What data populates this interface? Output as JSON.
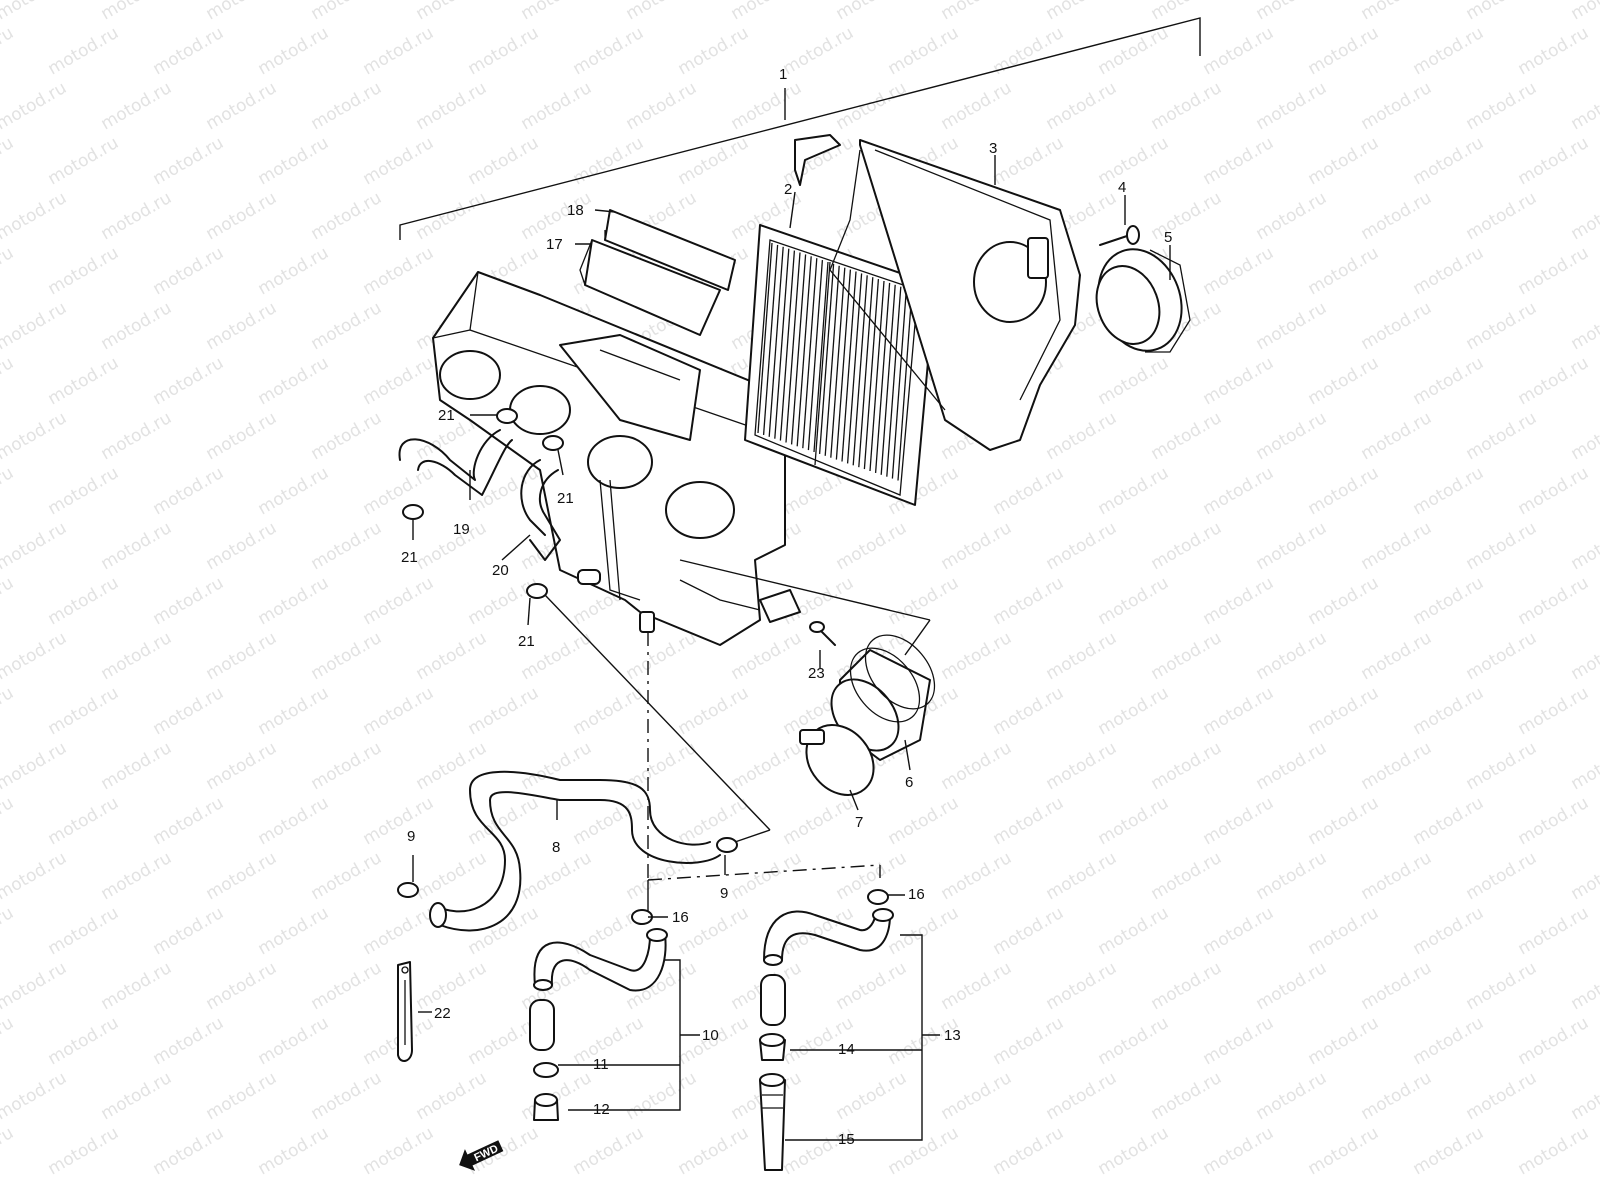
{
  "watermark": {
    "text": "motod.ru",
    "color": "#e2e2e2"
  },
  "diagram": {
    "type": "exploded-parts-diagram",
    "subject": "air cleaner assembly",
    "line_color": "#111111",
    "background": "#ffffff"
  },
  "callouts": {
    "c1": "1",
    "c2": "2",
    "c3": "3",
    "c4": "4",
    "c5": "5",
    "c6": "6",
    "c7": "7",
    "c8": "8",
    "c9a": "9",
    "c9b": "9",
    "c10": "10",
    "c11": "11",
    "c12": "12",
    "c13": "13",
    "c14": "14",
    "c15": "15",
    "c16a": "16",
    "c16b": "16",
    "c17": "17",
    "c18": "18",
    "c19": "19",
    "c20": "20",
    "c21a": "21",
    "c21b": "21",
    "c21c": "21",
    "c21d": "21",
    "c22": "22",
    "c23": "23"
  },
  "fwd_badge": {
    "text": "FWD",
    "icon": "arrow-down-left-icon"
  }
}
